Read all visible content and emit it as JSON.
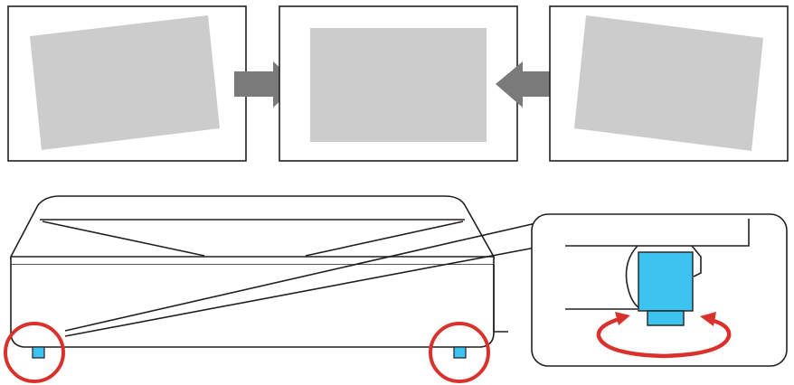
{
  "colors": {
    "background": "#ffffff",
    "line": "#231f20",
    "image_fill": "#cccccc",
    "arrow": "#7a7a7a",
    "highlight_ring": "#d9312b",
    "foot": "#3cc3f0",
    "foot_outline": "#231f20"
  },
  "panels": [
    {
      "name": "tilted-left-image",
      "state": "tilted"
    },
    {
      "name": "level-image",
      "state": "level"
    },
    {
      "name": "tilted-right-image",
      "state": "tilted"
    }
  ],
  "icons": {
    "left_arrow": "arrow-right-icon",
    "right_arrow": "arrow-left-icon",
    "rotate": "rotate-arrow-icon"
  }
}
